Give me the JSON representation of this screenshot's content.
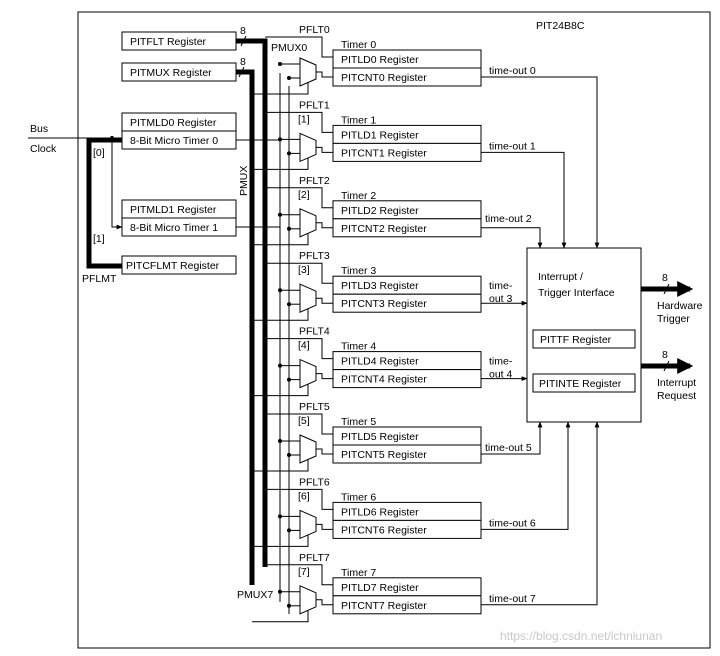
{
  "title": "PIT24B8C",
  "bus_clock": [
    "Bus",
    "Clock"
  ],
  "pitflt_register": "PITFLT Register",
  "pitmux_register": "PITMUX Register",
  "pitmld0_register": "PITMLD0 Register",
  "micro_timer_0": "8-Bit Micro Timer 0",
  "pitmld1_register": "PITMLD1 Register",
  "micro_timer_1": "8-Bit Micro Timer 1",
  "pitcflmt_register": "PITCFLMT Register",
  "pflmt_label": "PFLMT",
  "micro_tag_0": "[0]",
  "micro_tag_1": "[1]",
  "bus_width": "8",
  "pmux_label": "PMUX",
  "pmux0_label": "PMUX0",
  "pmux7_label": "PMUX7",
  "timers": [
    {
      "pflt": "PFLT0",
      "sel": "",
      "name": "Timer 0",
      "ld": "PITLD0 Register",
      "cnt": "PITCNT0 Register",
      "timeout": [
        "time-out 0"
      ]
    },
    {
      "pflt": "PFLT1",
      "sel": "[1]",
      "name": "Timer 1",
      "ld": "PITLD1 Register",
      "cnt": "PITCNT1 Register",
      "timeout": [
        "time-out 1"
      ]
    },
    {
      "pflt": "PFLT2",
      "sel": "[2]",
      "name": "Timer 2",
      "ld": "PITLD2 Register",
      "cnt": "PITCNT2 Register",
      "timeout": [
        "time-out 2"
      ]
    },
    {
      "pflt": "PFLT3",
      "sel": "[3]",
      "name": "Timer 3",
      "ld": "PITLD3 Register",
      "cnt": "PITCNT3 Register",
      "timeout": [
        "time-",
        "out 3"
      ]
    },
    {
      "pflt": "PFLT4",
      "sel": "[4]",
      "name": "Timer 4",
      "ld": "PITLD4 Register",
      "cnt": "PITCNT4 Register",
      "timeout": [
        "time-",
        "out 4"
      ]
    },
    {
      "pflt": "PFLT5",
      "sel": "[5]",
      "name": "Timer 5",
      "ld": "PITLD5 Register",
      "cnt": "PITCNT5 Register",
      "timeout": [
        "time-out 5"
      ]
    },
    {
      "pflt": "PFLT6",
      "sel": "[6]",
      "name": "Timer 6",
      "ld": "PITLD6 Register",
      "cnt": "PITCNT6 Register",
      "timeout": [
        "time-out 6"
      ]
    },
    {
      "pflt": "PFLT7",
      "sel": "[7]",
      "name": "Timer 7",
      "ld": "PITLD7 Register",
      "cnt": "PITCNT7 Register",
      "timeout": [
        "time-out 7"
      ]
    }
  ],
  "interface_lines": [
    "Interrupt /",
    "Trigger Interface"
  ],
  "pittf_register": "PITTF Register",
  "pitinte_register": "PITINTE Register",
  "hardware_trigger": [
    "Hardware",
    "Trigger"
  ],
  "interrupt_request": [
    "Interrupt",
    "Request"
  ],
  "watermark": "https://blog.csdn.net/lchnlunan"
}
